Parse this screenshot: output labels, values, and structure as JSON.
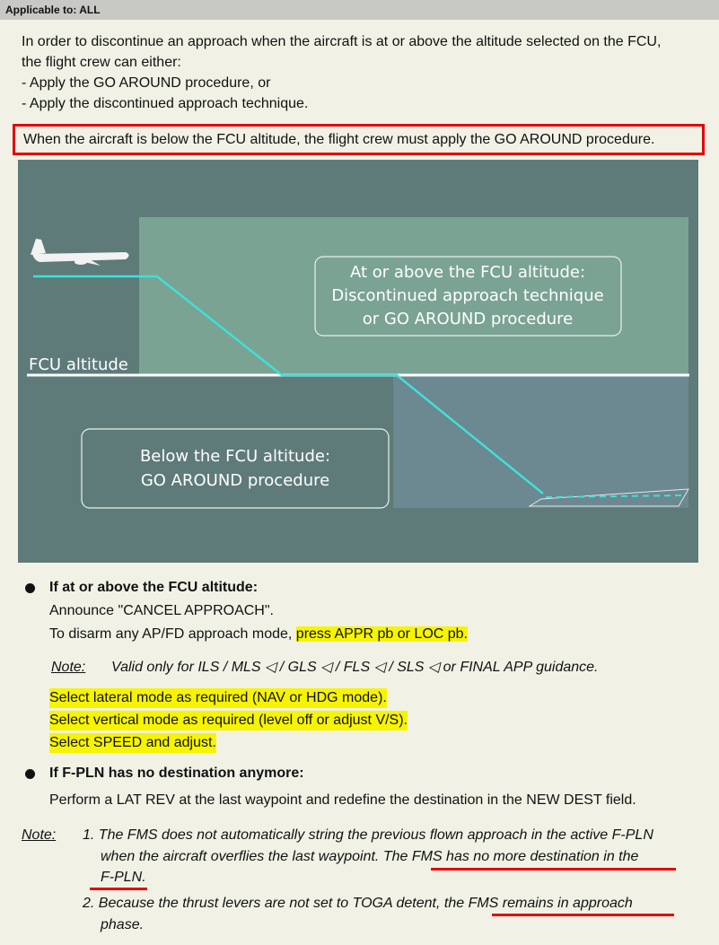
{
  "header": {
    "applicable": "Applicable to: ALL"
  },
  "intro": {
    "line1": "In order to discontinue an approach when the aircraft is at or above the altitude selected on the FCU,",
    "line2": "the flight crew can either:",
    "item1": "-  Apply the GO AROUND procedure, or",
    "item2": "-  Apply the discontinued approach technique."
  },
  "highlight_box": "When the aircraft is below the FCU altitude, the flight crew must apply the GO AROUND procedure.",
  "diagram": {
    "upper_box": [
      "At or above the FCU altitude:",
      "Discontinued approach technique",
      "or GO AROUND procedure"
    ],
    "fcu_label": "FCU altitude",
    "lower_box": [
      "Below the FCU altitude:",
      "GO AROUND procedure"
    ],
    "colors": {
      "background": "#5e7b79",
      "upper_zone": "#7aa394",
      "lower_zone": "#6c8890",
      "path": "#3fe0da"
    }
  },
  "section1": {
    "heading": "If at or above the FCU altitude:",
    "line1": "Announce \"CANCEL APPROACH\".",
    "line2_pre": "To disarm any AP/FD approach mode, ",
    "line2_hl": "press APPR pb or LOC pb.",
    "note_label": "Note:",
    "note_text": "Valid only for ILS / MLS ◁ / GLS ◁ / FLS ◁ / SLS ◁ or FINAL APP guidance.",
    "hl1": "Select lateral mode as required (NAV or HDG mode).",
    "hl2": "Select vertical mode as required (level off or adjust V/S).",
    "hl3": "Select SPEED and adjust."
  },
  "section2": {
    "heading": "If F-PLN has no destination anymore:",
    "line1": "Perform a LAT REV at the last waypoint and redefine the destination in the NEW DEST field."
  },
  "notes": {
    "label": "Note:",
    "n1_l1": "1. The FMS does not automatically string the previous flown approach in the active F-PLN",
    "n1_l2": "when the aircraft overflies the last waypoint. The FMS has no more destination in the",
    "n1_l3": "F-PLN.",
    "n2_l1": "2. Because the thrust levers are not set to TOGA detent, the FMS remains in approach",
    "n2_l2": "phase."
  }
}
